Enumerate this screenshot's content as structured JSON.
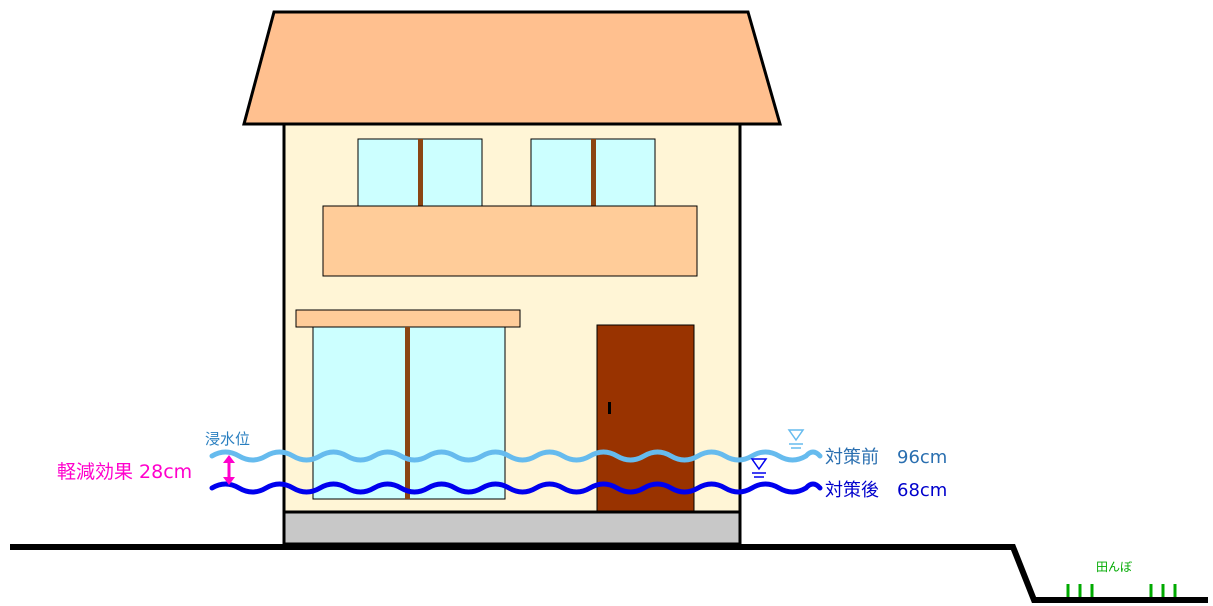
{
  "labels": {
    "flood_level": "浸水位",
    "mitigation_effect": "軽減効果 28cm",
    "before_measures": "対策前　96cm",
    "after_measures": "対策後　68cm",
    "rice_field": "田んぼ"
  },
  "values": {
    "before_depth_cm": 96,
    "after_depth_cm": 68,
    "reduction_cm": 28
  },
  "colors": {
    "roof": "#FFC08F",
    "wall": "#FFF5D6",
    "balcony": "#FFCC99",
    "window_glass": "#CCFFFF",
    "window_frame": "#8B4513",
    "door": "#993300",
    "foundation": "#C8C8C8",
    "ground": "#000000",
    "water_before": "#66BBEE",
    "water_after": "#0000EE",
    "before_text": "#2A6FB0",
    "after_text": "#0000CC",
    "mitigation_text": "#FF00CC",
    "flood_level_text": "#2A7FC0",
    "rice_field": "#00AA00"
  },
  "icons": {
    "water_level_marker": "water-level-triangle-icon",
    "double_arrow": "vertical-double-arrow-icon",
    "rice_plant": "rice-plant-icon"
  }
}
